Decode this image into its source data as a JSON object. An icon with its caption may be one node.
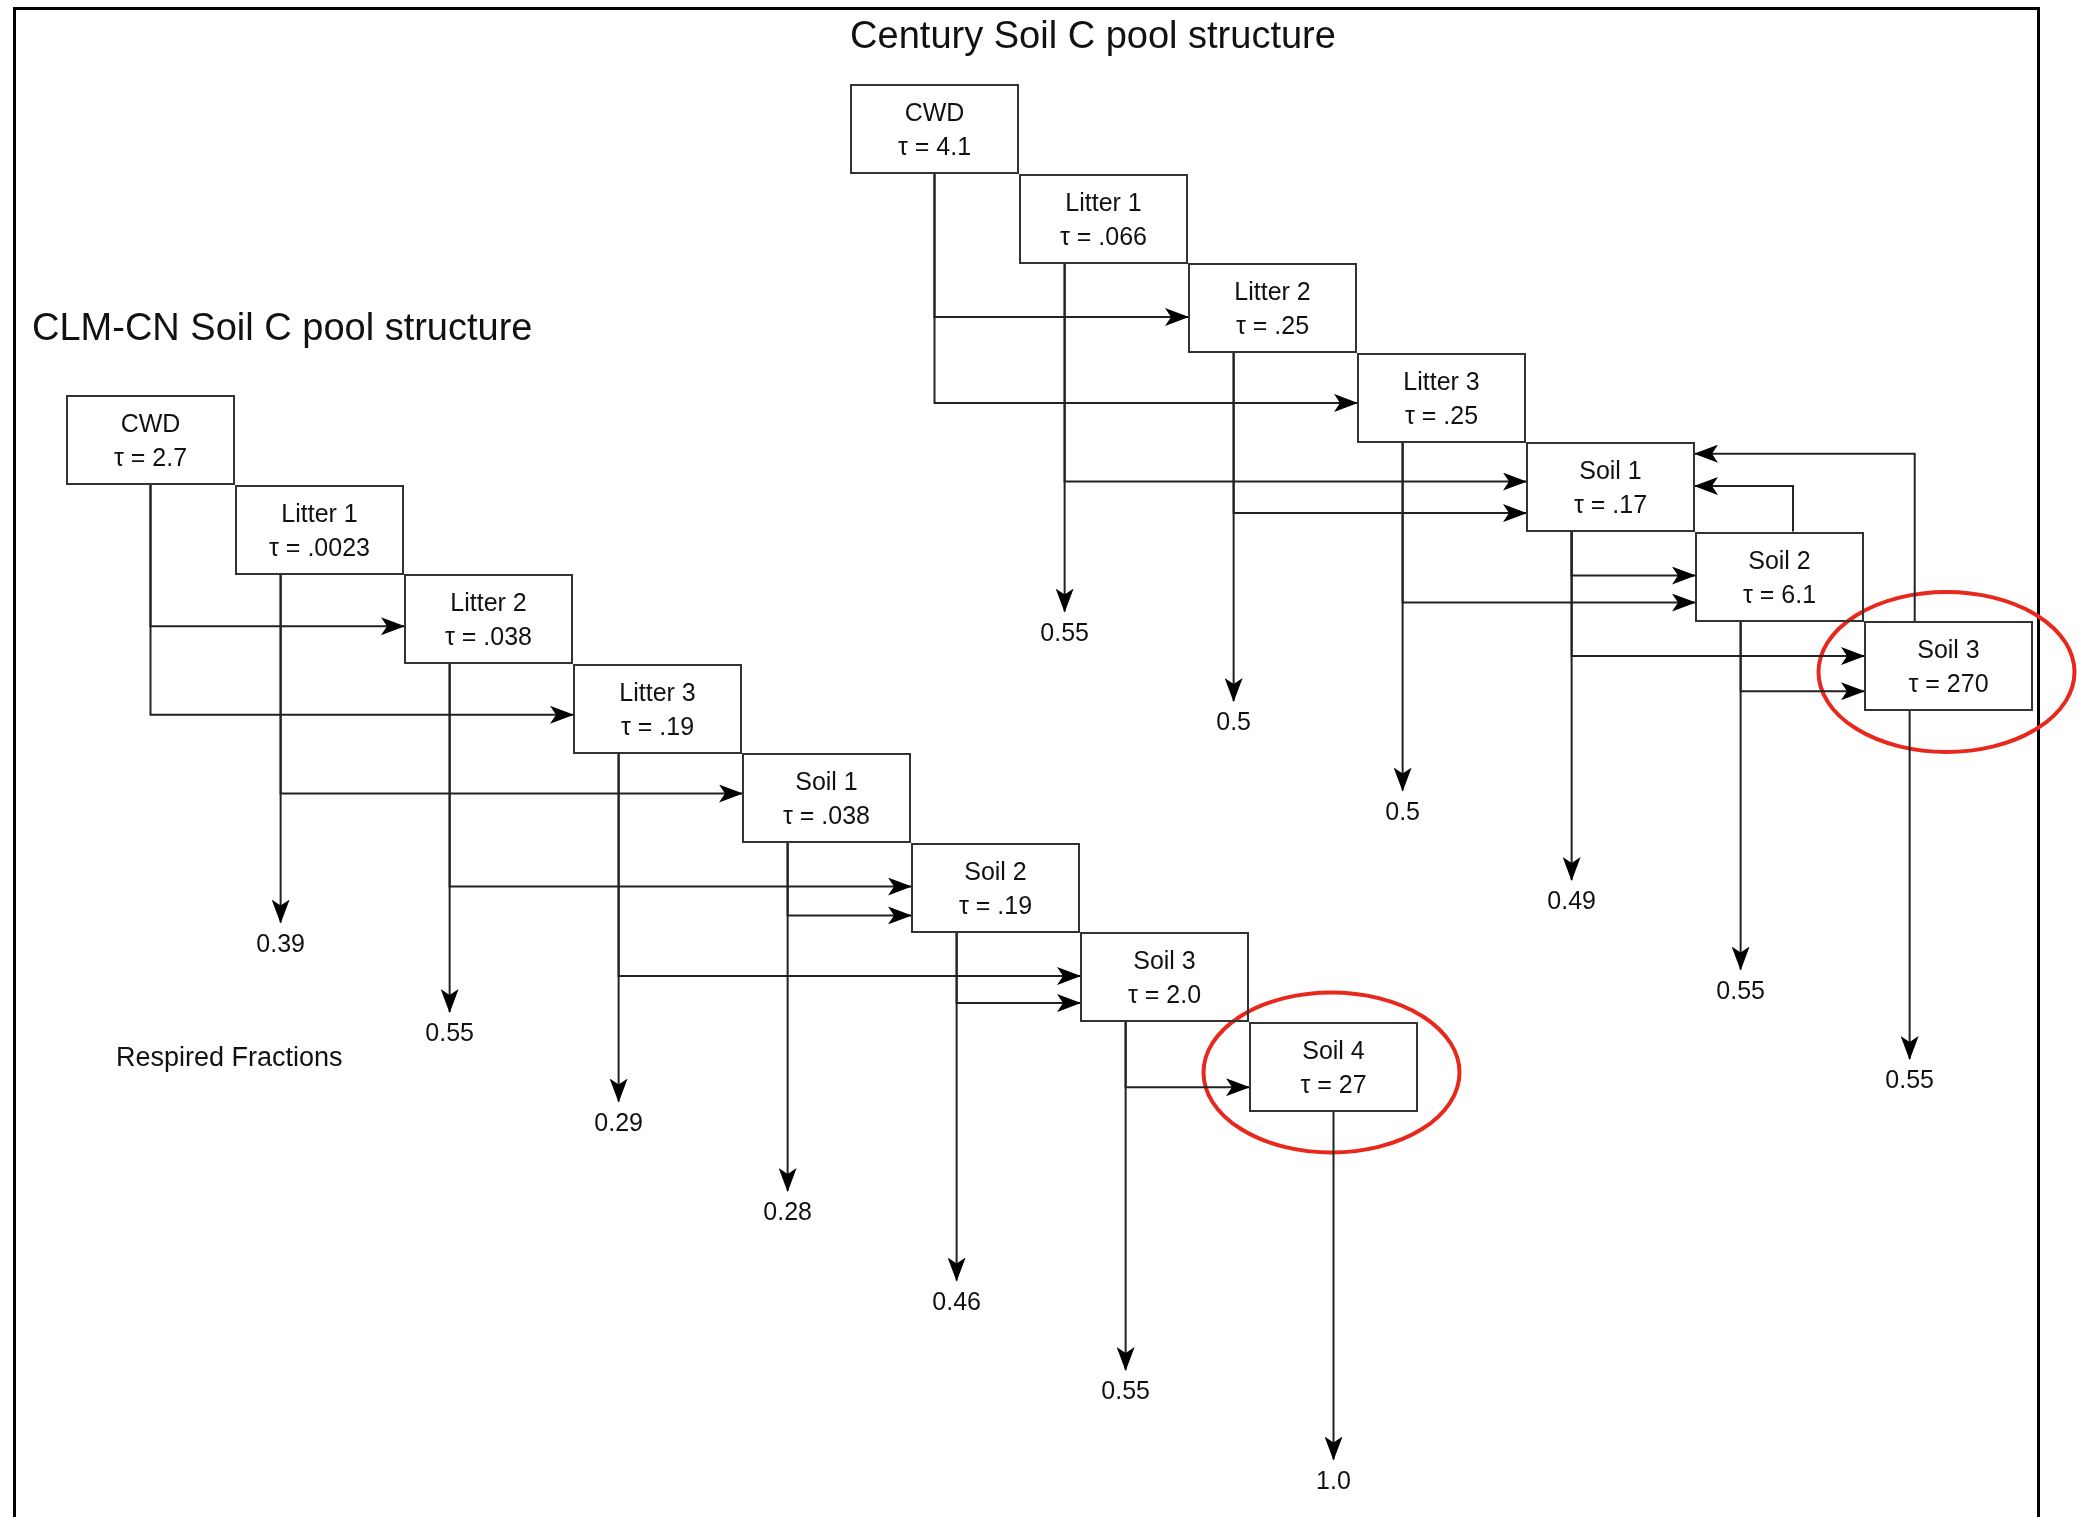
{
  "diagram": {
    "nodes": [
      {
        "text": [
          "CWD",
          "τ = 4.1"
        ]
      },
      {
        "text": [
          "Litter 1",
          "τ = .066"
        ]
      },
      {
        "text": [
          "Litter 2",
          "τ = .25"
        ]
      },
      {
        "text": [
          "Litter 3",
          "τ = .25"
        ]
      },
      {
        "text": [
          "Soil 1",
          "τ = .17"
        ]
      },
      {
        "text": [
          "Soil 2",
          "τ = 6.1"
        ]
      },
      {
        "text": [
          "Soil 3",
          "τ = 270"
        ]
      },
      {
        "text": [
          "CWD",
          "τ = 2.7"
        ]
      },
      {
        "text": [
          "Litter 1",
          "τ = .0023"
        ]
      },
      {
        "text": [
          "Litter 2",
          "τ = .038"
        ]
      },
      {
        "text": [
          "Litter 3",
          "τ = .19"
        ]
      },
      {
        "text": [
          "Soil 1",
          "τ = .038"
        ]
      },
      {
        "text": [
          "Soil 2",
          "τ = .19"
        ]
      },
      {
        "text": [
          "Soil 3",
          "τ = 2.0"
        ]
      },
      {
        "text": [
          "Soil 4",
          "τ = 27"
        ]
      }
    ],
    "edges": [
      {
        "from": 0,
        "to": 2,
        "arrow": "to"
      },
      {
        "from": 0,
        "to": 3,
        "arrow": "to"
      },
      {
        "from": 1,
        "to": 4,
        "arrow": "to"
      },
      {
        "from": 1,
        "to": null,
        "arrow": "to",
        "label": "0.55"
      },
      {
        "from": 2,
        "to": 4,
        "arrow": "to"
      },
      {
        "from": 2,
        "to": null,
        "arrow": "to",
        "label": "0.5"
      },
      {
        "from": 3,
        "to": 5,
        "arrow": "to"
      },
      {
        "from": 3,
        "to": null,
        "arrow": "to",
        "label": "0.5"
      },
      {
        "from": 4,
        "to": 5,
        "arrow": "to"
      },
      {
        "from": 4,
        "to": 6,
        "arrow": "to"
      },
      {
        "from": 4,
        "to": null,
        "arrow": "to",
        "label": "0.49"
      },
      {
        "from": 5,
        "to": 4,
        "arrow": "to"
      },
      {
        "from": 5,
        "to": 6,
        "arrow": "to"
      },
      {
        "from": 5,
        "to": null,
        "arrow": "to",
        "label": "0.55"
      },
      {
        "from": 6,
        "to": 4,
        "arrow": "to"
      },
      {
        "from": 6,
        "to": null,
        "arrow": "to",
        "label": "0.55"
      },
      {
        "from": 7,
        "to": 9,
        "arrow": "to"
      },
      {
        "from": 7,
        "to": 10,
        "arrow": "to"
      },
      {
        "from": 8,
        "to": 11,
        "arrow": "to"
      },
      {
        "from": 8,
        "to": null,
        "arrow": "to",
        "label": "0.39"
      },
      {
        "from": 9,
        "to": 12,
        "arrow": "to"
      },
      {
        "from": 9,
        "to": null,
        "arrow": "to",
        "label": "0.55"
      },
      {
        "from": 10,
        "to": 13,
        "arrow": "to"
      },
      {
        "from": 10,
        "to": null,
        "arrow": "to",
        "label": "0.29"
      },
      {
        "from": 11,
        "to": 12,
        "arrow": "to"
      },
      {
        "from": 11,
        "to": null,
        "arrow": "to",
        "label": "0.28"
      },
      {
        "from": 12,
        "to": 13,
        "arrow": "to"
      },
      {
        "from": 12,
        "to": null,
        "arrow": "to",
        "label": "0.46"
      },
      {
        "from": 13,
        "to": 14,
        "arrow": "to"
      },
      {
        "from": 13,
        "to": null,
        "arrow": "to",
        "label": "0.55"
      },
      {
        "from": 14,
        "to": null,
        "arrow": "to",
        "label": "1.0"
      }
    ],
    "labels": [
      "Century Soil C pool structure",
      "CLM-CN Soil C pool structure",
      "Respired Fractions"
    ]
  }
}
